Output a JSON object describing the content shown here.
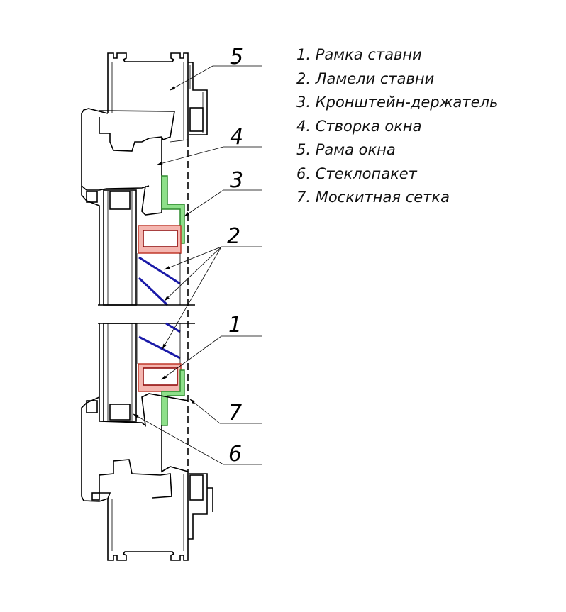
{
  "callouts": [
    "1",
    "2",
    "3",
    "4",
    "5",
    "6",
    "7"
  ],
  "legend": [
    "1. Рамка ставни",
    "2. Ламели ставни",
    "3. Кронштейн-держатель",
    "4. Створка окна",
    "5. Рама окна",
    "6. Стеклопакет",
    "7. Москитная сетка"
  ],
  "colors": {
    "frame": "#c0392b",
    "frame_fill": "#f4b6b0",
    "bracket": "#2e8b2e",
    "bracket_fill": "#8ee08a",
    "slats": "#1a1aa8"
  }
}
